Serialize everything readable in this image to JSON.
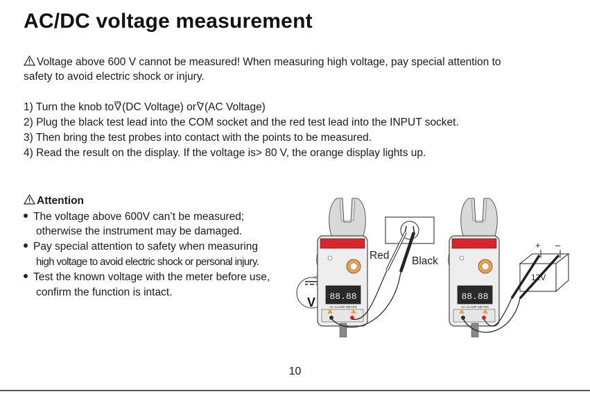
{
  "title": "AC/DC voltage measurement",
  "warning": {
    "line1": "Voltage above 600 V cannot be measured! When measuring high voltage, pay special attention to",
    "line2": "safety to avoid electric shock or injury."
  },
  "steps": {
    "s1_a": "1) Turn the knob to",
    "s1_b": "(DC Voltage) or",
    "s1_c": "(AC Voltage)",
    "s2": "2) Plug the black test lead into the COM socket and the red test lead into the INPUT socket.",
    "s3": "3) Then bring the test probes into contact with the points to be measured.",
    "s4": "4) Read the result on the display. If the voltage is> 80 V, the orange display lights up."
  },
  "attention": {
    "title": "Attention",
    "b1_l1": "The voltage above 600V can’t be measured;",
    "b1_l2": "otherwise the instrument may be damaged.",
    "b2_l1": "Pay special attention to safety when measuring",
    "b2_l2": "high voltage to avoid electric shock or personal injury.",
    "b3_l1": "Test the known voltage with the meter before use,",
    "b3_l2": "confirm the function is intact."
  },
  "symbols": {
    "v": "V",
    "v_tilde": "V",
    "zoom_v": "V"
  },
  "illustration": {
    "red_label": "Red",
    "black_label": "Black",
    "battery_label": "12V",
    "plus": "+",
    "minus": "–",
    "display_left": "88.88",
    "display_right": "88.88",
    "meter_text": "AC CLAMP METER"
  },
  "page_number": "10",
  "colors": {
    "accent_red": "#d8242b",
    "text": "#1a1a1a"
  }
}
